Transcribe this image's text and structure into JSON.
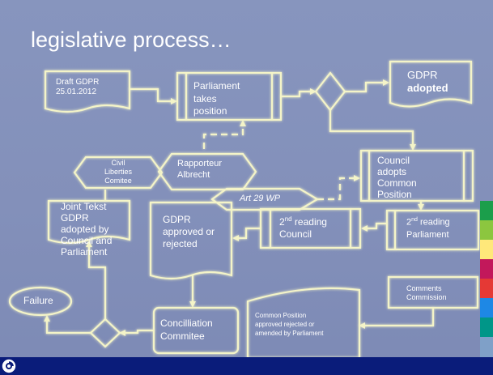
{
  "slide": {
    "title": "legislative process…"
  },
  "nodes": {
    "draft_gdpr": "Draft GDPR 25.01.2012",
    "parliament_takes_position": [
      "Parliament",
      "takes",
      "position"
    ],
    "gdpr_adopted": [
      "GDPR",
      "adopted"
    ],
    "civil_liberties": [
      "Civil",
      "Liberties",
      "Comitee"
    ],
    "rapporteur": [
      "Rapporteur",
      "Albrecht"
    ],
    "art29": "Art 29 WP",
    "council_common_position": [
      "Council",
      "adopts",
      "Common",
      "Position"
    ],
    "joint_tekst": [
      "Joint Tekst",
      "GDPR",
      "adopted by",
      "Council and",
      "Parliament"
    ],
    "gdpr_approved_rejected": [
      "GDPR",
      "approved or",
      "rejected"
    ],
    "second_reading_council": {
      "sup": "nd",
      "pre": "2",
      "line1": " reading",
      "line2": "Council"
    },
    "second_reading_parliament": {
      "sup": "nd",
      "pre": "2",
      "line1": " reading",
      "line2": "Parliament"
    },
    "comments_commission": [
      "Comments",
      "Commission"
    ],
    "failure": "Failure",
    "concilliation": [
      "Concilliation",
      "Commitee"
    ],
    "common_position_amended": [
      "Common Position",
      "approved rejected or",
      "amended by Parliament"
    ]
  },
  "theme": {
    "background": "#8592bc",
    "footer": "#0a1c7a",
    "stripes": [
      "#1b9e4b",
      "#8cc63f",
      "#ffe87a",
      "#c2185b",
      "#e53935",
      "#1e88e5",
      "#009688"
    ]
  }
}
